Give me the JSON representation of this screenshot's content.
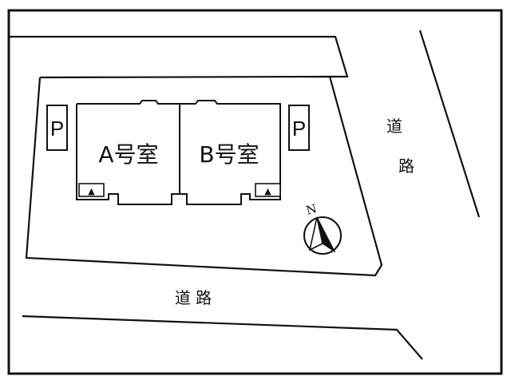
{
  "parking_left": "P",
  "parking_right": "P",
  "unit_a": "A号室",
  "unit_b": "B号室",
  "road_bottom": "道 路",
  "road_right_1": "道",
  "road_right_2": "路",
  "north_label": "N",
  "entrance_marker": "▲",
  "colors": {
    "line": "#111111",
    "background": "#ffffff"
  },
  "icons": [
    "north-arrow-icon",
    "entrance-marker-icon"
  ]
}
